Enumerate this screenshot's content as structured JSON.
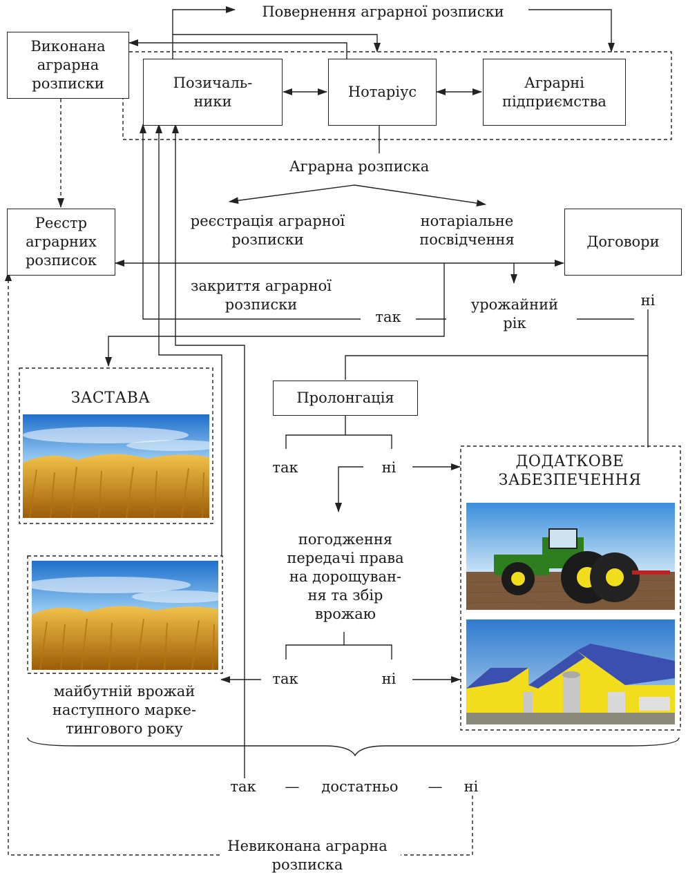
{
  "boxes": {
    "completed": "Виконана\nаграрна\nрозписки",
    "borrowers": "Позичаль-\nники",
    "notary": "Нотаріус",
    "agro_enterprises": "Аграрні\nпідприємства",
    "registry": "Реєстр\nаграрних\nрозписок",
    "contracts": "Договори",
    "prolongation": "Пролонгація"
  },
  "labels": {
    "return_receipt": "Повернення аграрної розписки",
    "agrarian_receipt": "Аграрна розписка",
    "registration": "реєстрація аграрної\nрозписки",
    "notarization": "нотаріальне\nпосвідчення",
    "closing": "закриття аграрної\nрозписки",
    "harvest_year": "урожайний\nрік",
    "yes_harvest": "так",
    "no_harvest": "ні",
    "collateral_title": "ЗАСТАВА",
    "yes_prolong": "так",
    "no_prolong": "ні",
    "additional_security": "ДОДАТКОВЕ\nЗАБЕЗПЕЧЕННЯ",
    "transfer_rights": "погодження\nпередачі права\nна дорощуван-\nня та збір\nврожаю",
    "yes_transfer": "так",
    "no_transfer": "ні",
    "future_harvest": "майбутній врожай\nнаступного марке-\nтингового року",
    "yes_sufficient": "так",
    "sufficient": "достатньо",
    "no_sufficient": "ні",
    "dash_left": "—",
    "dash_right": "—",
    "unfulfilled": "Невиконана аграрна\nрозписка"
  },
  "colors": {
    "line": "#222222",
    "sky": "#2f86d6",
    "wheat": "#e0a418",
    "tractor": "#2e7d1f",
    "barn": "#f2dc1e",
    "roof": "#3a4fb0"
  }
}
